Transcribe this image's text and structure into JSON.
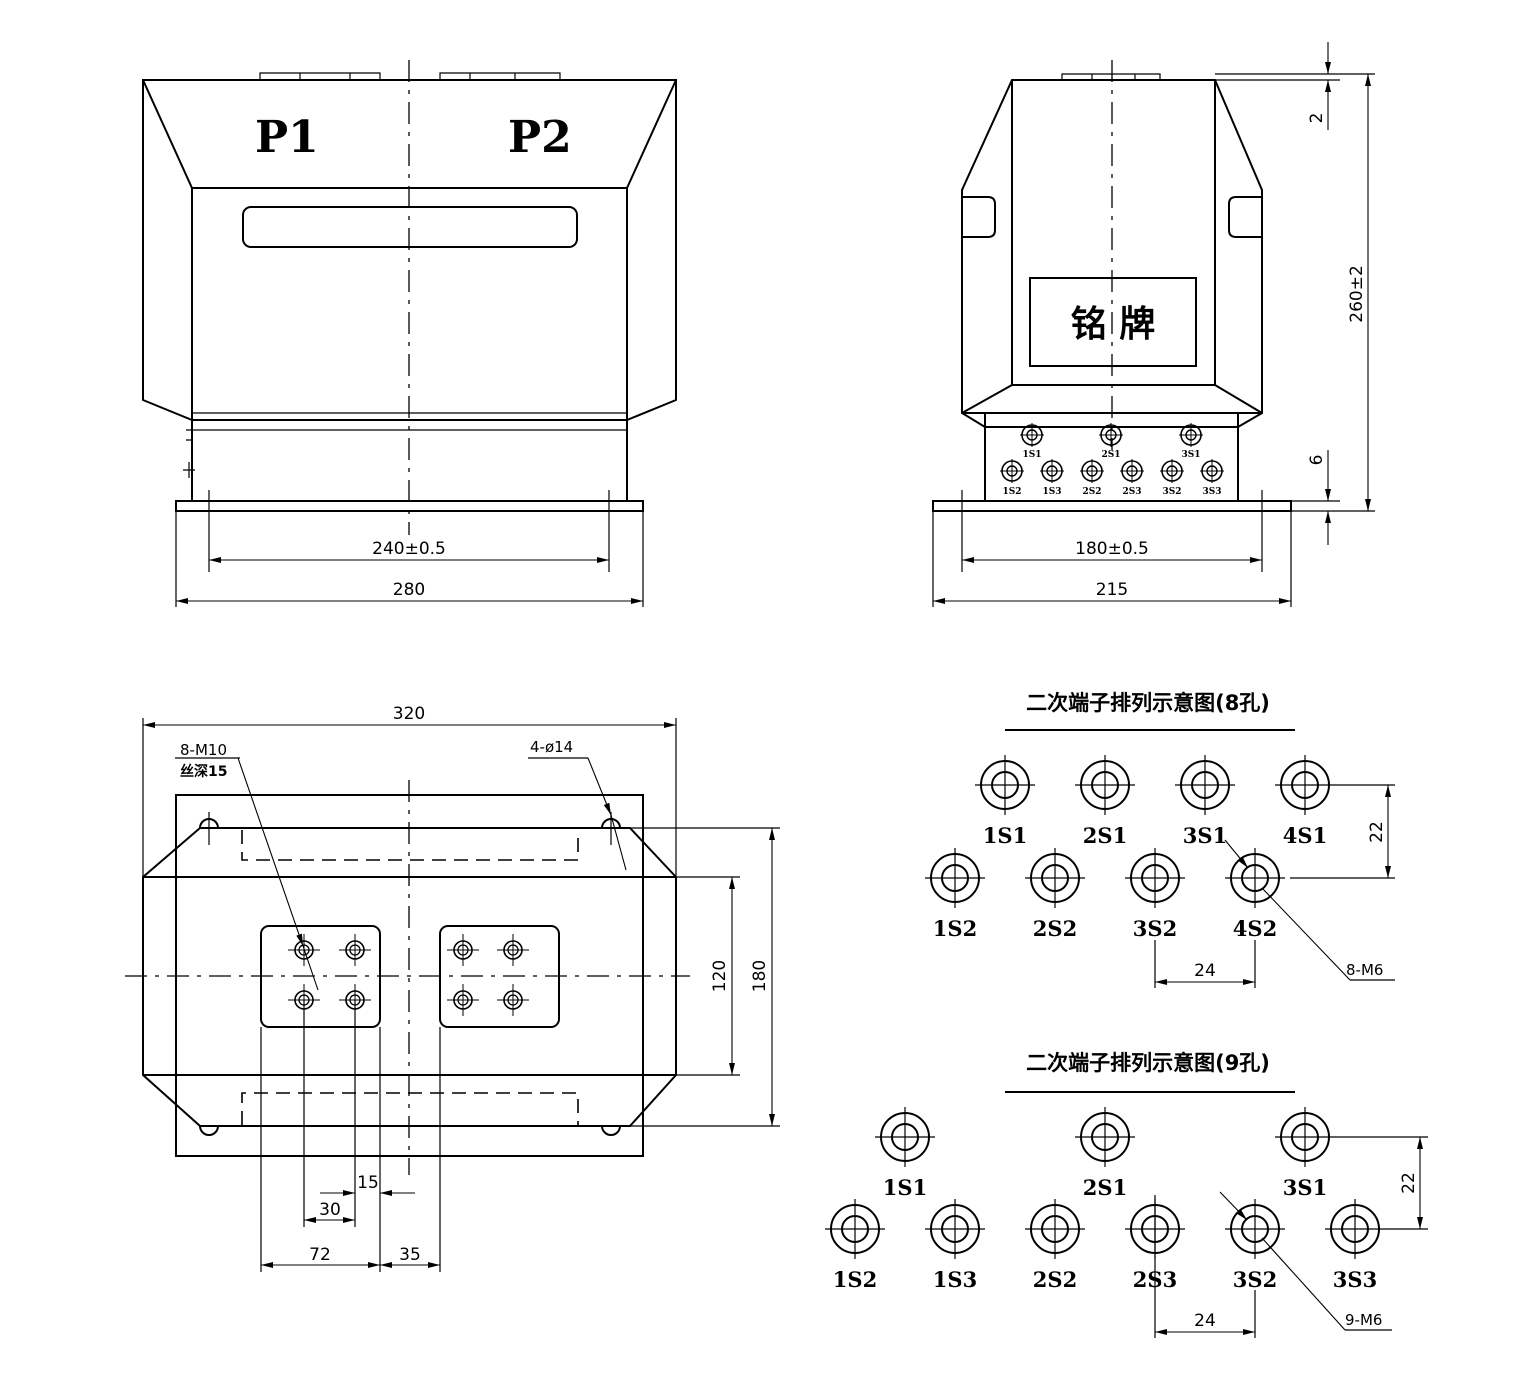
{
  "front_view": {
    "label_p1": "P1",
    "label_p2": "P2",
    "dim_inner": "240±0.5",
    "dim_outer": "280"
  },
  "side_view": {
    "nameplate": "铭 牌",
    "dim_inner": "180±0.5",
    "dim_outer": "215",
    "dim_height": "260±2",
    "dim_top": "2",
    "dim_bottom": "6",
    "terminals_top": [
      "1S1",
      "2S1",
      "3S1"
    ],
    "terminals_bottom": [
      "1S2",
      "1S3",
      "2S2",
      "2S3",
      "3S2",
      "3S3"
    ]
  },
  "bottom_view": {
    "dim_width": "320",
    "note_bolts": "8-M10",
    "note_depth": "丝深15",
    "note_holes": "4-ø14",
    "dim_120": "120",
    "dim_180": "180",
    "dim_15": "15",
    "dim_30": "30",
    "dim_72": "72",
    "dim_35": "35"
  },
  "diagram_8": {
    "title": "二次端子排列示意图(8孔)",
    "row1": [
      "1S1",
      "2S1",
      "3S1",
      "4S1"
    ],
    "row2": [
      "1S2",
      "2S2",
      "3S2",
      "4S2"
    ],
    "dim_v": "22",
    "dim_h": "24",
    "note": "8-M6"
  },
  "diagram_9": {
    "title": "二次端子排列示意图(9孔)",
    "row1": [
      "1S1",
      "2S1",
      "3S1"
    ],
    "row2": [
      "1S2",
      "1S3",
      "2S2",
      "2S3",
      "3S2",
      "3S3"
    ],
    "dim_v": "22",
    "dim_h": "24",
    "note": "9-M6"
  }
}
